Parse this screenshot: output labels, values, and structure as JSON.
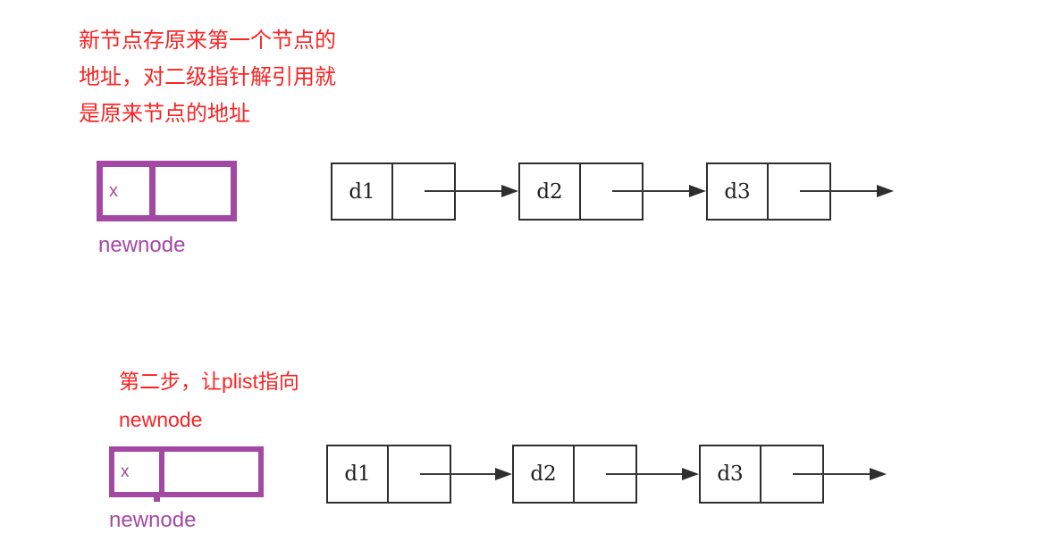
{
  "colors": {
    "annotation_red": "#fa2323",
    "node_purple": "#a349a4",
    "list_box_border": "#2e2e2e",
    "arrow": "#3a3a3a",
    "background": "#ffffff"
  },
  "step1": {
    "annotation_lines": [
      "新节点存原来第一个节点的",
      "地址，对二级指针解引用就",
      "是原来节点的地址"
    ],
    "newnode_box": {
      "data_value": "x",
      "caption": "newnode"
    },
    "list_nodes": [
      {
        "data": "d1"
      },
      {
        "data": "d2"
      },
      {
        "data": "d3"
      }
    ]
  },
  "step2": {
    "annotation_lines": [
      "第二步，让plist指向",
      "newnode"
    ],
    "newnode_box": {
      "data_value": "x",
      "caption": "newnode"
    },
    "list_nodes": [
      {
        "data": "d1"
      },
      {
        "data": "d2"
      },
      {
        "data": "d3"
      }
    ]
  }
}
